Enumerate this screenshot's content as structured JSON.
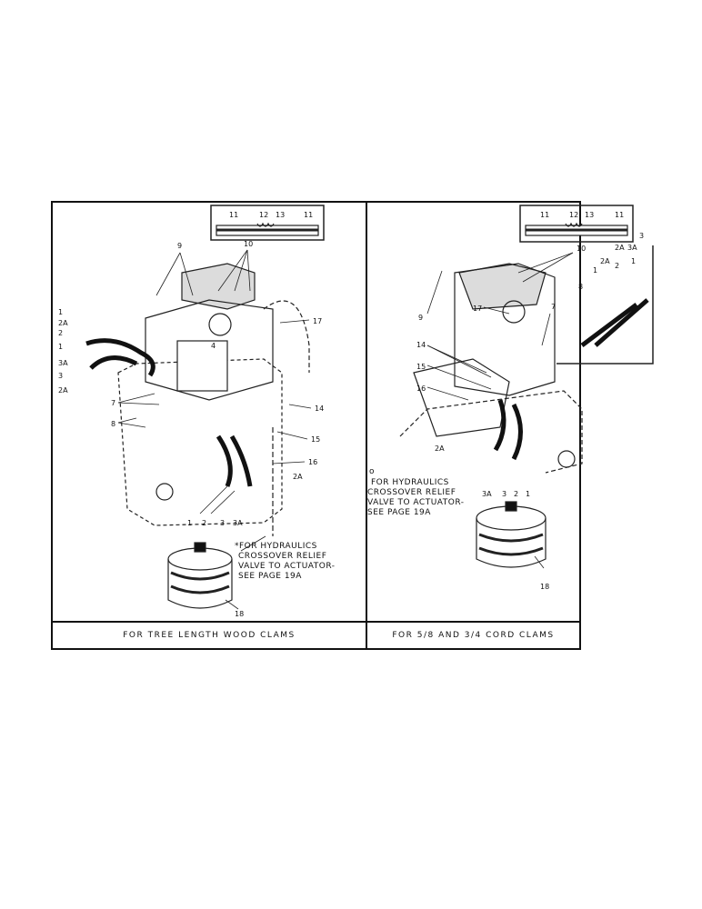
{
  "panels": {
    "left": {
      "caption": "FOR TREE LENGTH WOOD CLAMS",
      "inset_callouts": [
        "11",
        "12",
        "13",
        "11"
      ],
      "callouts": [
        "9",
        "10",
        "17",
        "1",
        "2A",
        "2",
        "1",
        "3A",
        "3",
        "2A",
        "4",
        "7",
        "8",
        "14",
        "15",
        "16",
        "2A",
        "1",
        "2",
        "3",
        "3A",
        "18"
      ],
      "note": [
        "*FOR HYDRAULICS",
        "CROSSOVER RELIEF",
        "VALVE TO ACTUATOR-",
        "SEE PAGE 19A"
      ]
    },
    "right": {
      "caption": "FOR 5/8 AND 3/4 CORD CLAMS",
      "inset_callouts": [
        "11",
        "12",
        "13",
        "11"
      ],
      "callouts": [
        "10",
        "3",
        "2A",
        "3A",
        "2A",
        "2",
        "1",
        "1",
        "8",
        "9",
        "17",
        "7",
        "14",
        "15",
        "16",
        "2A",
        "3A",
        "3",
        "2",
        "1",
        "18"
      ],
      "note": [
        "FOR HYDRAULICS",
        "CROSSOVER RELIEF",
        "VALVE TO ACTUATOR-",
        "SEE PAGE 19A"
      ],
      "note_mark": "o"
    }
  }
}
